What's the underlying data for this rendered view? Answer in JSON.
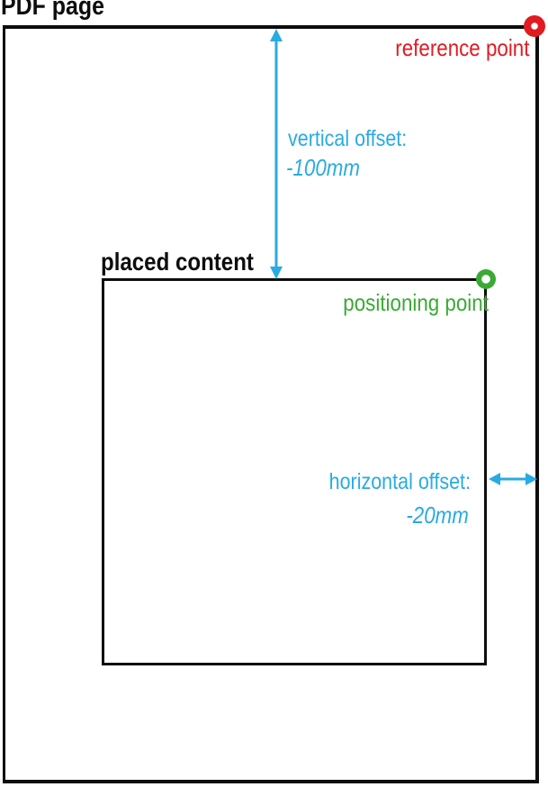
{
  "diagram": {
    "title_context": "PDF content placement offsets",
    "pdf_page": {
      "label": "PDF page"
    },
    "reference_point": {
      "label": "reference point",
      "color": "#e11b22"
    },
    "vertical_offset": {
      "label": "vertical offset:",
      "value": "-100mm",
      "color": "#29abe2"
    },
    "placed_content": {
      "label": "placed content"
    },
    "positioning_point": {
      "label": "positioning point",
      "color": "#3aaa35"
    },
    "horizontal_offset": {
      "label": "horizontal offset:",
      "value": "-20mm",
      "color": "#29abe2"
    },
    "colors": {
      "outline": "#0d0d0d",
      "arrow": "#29abe2",
      "reference": "#e11b22",
      "positioning": "#3aaa35"
    }
  }
}
